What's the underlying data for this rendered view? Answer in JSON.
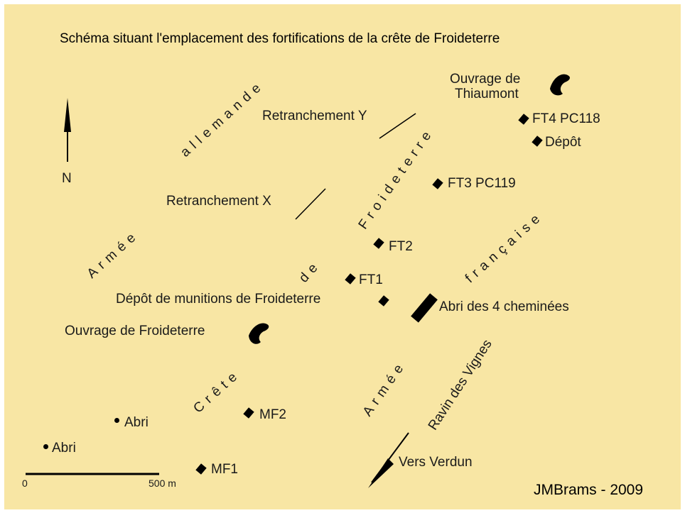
{
  "title": "Schéma situant l'emplacement des fortifications de la crête de Froideterre",
  "north": "N",
  "scale": {
    "start": "0",
    "end": "500 m"
  },
  "credit": "JMBrams - 2009",
  "region_labels": {
    "allemande": "allemande",
    "armee_left": "Armée",
    "froideterre": "Froideterre",
    "de": "de",
    "francaise": "française",
    "crete": "Crête",
    "armee_bottom": "Armée",
    "ravin": "Ravin des Vignes"
  },
  "places": {
    "thiaumont_line1": "Ouvrage de",
    "thiaumont_line2": "Thiaumont",
    "retranchement_y": "Retranchement Y",
    "retranchement_x": "Retranchement X",
    "ft4": "FT4 PC118",
    "depot": "Dépôt",
    "ft3": "FT3 PC119",
    "ft2": "FT2",
    "ft1": "FT1",
    "depot_munitions": "Dépôt de munitions de Froideterre",
    "abri_4": "Abri des 4 cheminées",
    "ouvrage_froideterre": "Ouvrage de Froideterre",
    "mf2": "MF2",
    "mf1": "MF1",
    "abri_a": "Abri",
    "abri_b": "Abri",
    "vers_verdun": "Vers Verdun"
  }
}
